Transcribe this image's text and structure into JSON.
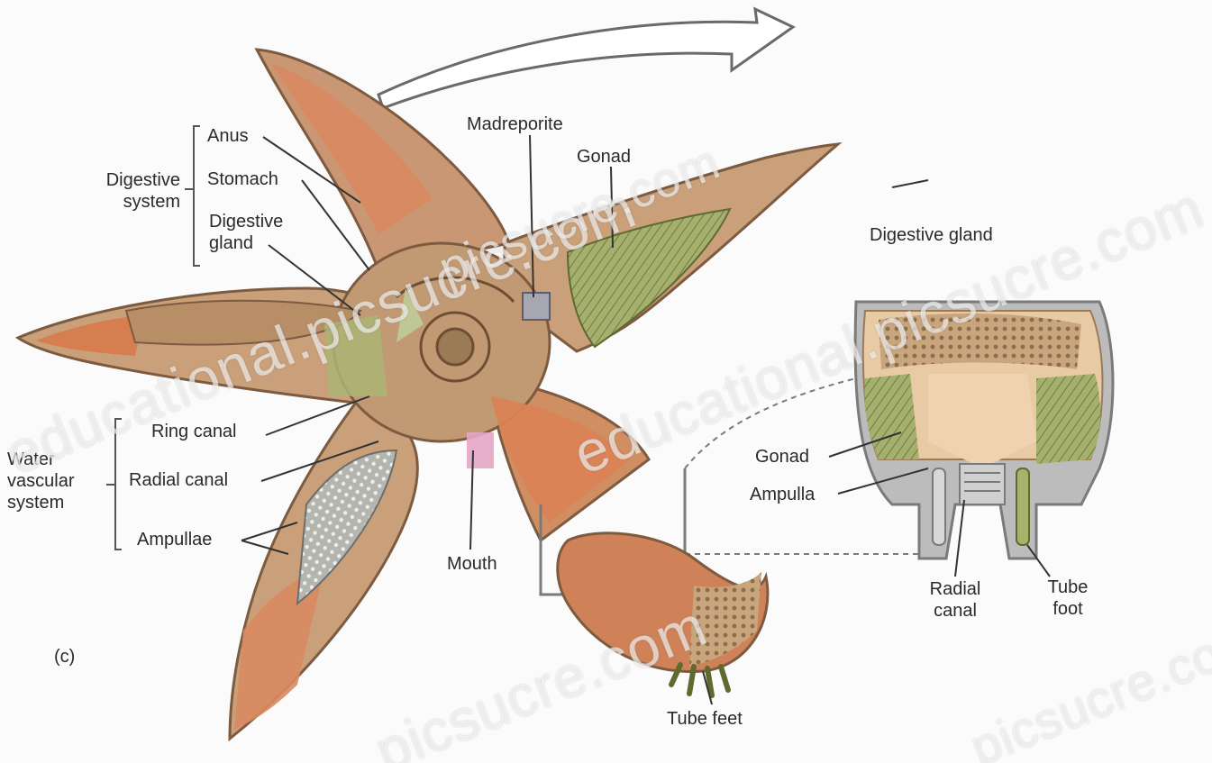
{
  "labels": {
    "digestive_system": "Digestive\nsystem",
    "anus": "Anus",
    "stomach": "Stomach",
    "digestive_gland": "Digestive\ngland",
    "madreporite": "Madreporite",
    "gonad_top": "Gonad",
    "ring_canal": "Ring canal",
    "water_vascular_system": "Water\nvascular\nsystem",
    "radial_canal": "Radial canal",
    "ampullae": "Ampullae",
    "mouth": "Mouth",
    "tube_feet": "Tube feet",
    "panel": "(c)",
    "inset_digestive_gland": "Digestive gland",
    "inset_gonad": "Gonad",
    "inset_ampulla": "Ampulla",
    "inset_radial_canal": "Radial\ncanal",
    "inset_tube_foot": "Tube\nfoot"
  },
  "watermarks": [
    "educational.picsucre.com",
    "educational.picsucre.com",
    "picsucre.com",
    "picsucre.com",
    "picsucre.com"
  ],
  "colors": {
    "body": "#c9a07a",
    "body_dark": "#8f6a4a",
    "gonad_green": "#a3ad6c",
    "pyloric": "#d98a5a",
    "label_text": "#2a2a2a"
  }
}
